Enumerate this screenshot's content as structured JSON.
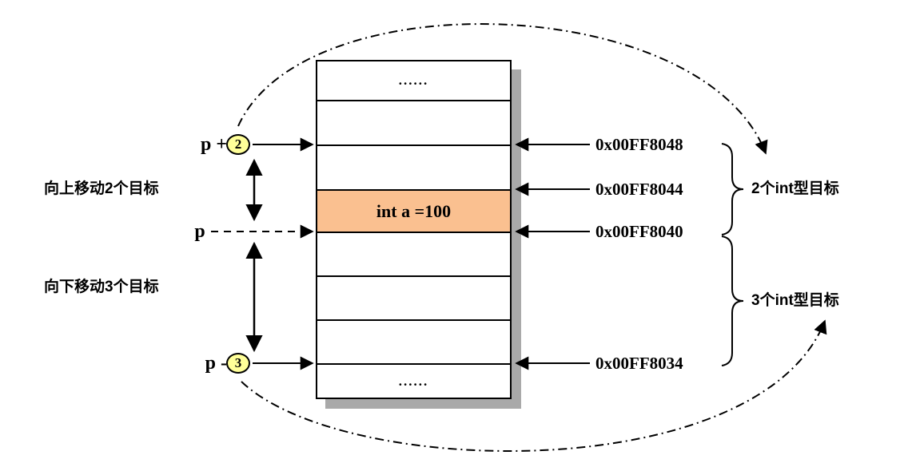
{
  "diagram": {
    "pointer_labels": {
      "p_plus": "p +",
      "p_plus_offset": "2",
      "p": "p",
      "p_minus": "p -",
      "p_minus_offset": "3"
    },
    "move_up_label": "向上移动2个目标",
    "move_down_label": "向下移动3个目标",
    "memory": {
      "rows": [
        {
          "text": "......",
          "highlight": false
        },
        {
          "text": "",
          "highlight": false
        },
        {
          "text": "",
          "highlight": false
        },
        {
          "text": "int a =100",
          "highlight": true
        },
        {
          "text": "",
          "highlight": false
        },
        {
          "text": "",
          "highlight": false
        },
        {
          "text": "",
          "highlight": false
        },
        {
          "text": "......",
          "highlight": false
        }
      ]
    },
    "addresses": [
      "0x00FF8048",
      "0x00FF8044",
      "0x00FF8040",
      "0x00FF8034"
    ],
    "brace_labels": {
      "top": "2个int型目标",
      "bottom": "3个int型目标"
    },
    "colors": {
      "highlight_cell": "#FAC090",
      "number_badge": "#FFFF99",
      "table_shadow": "#A9A9A9",
      "line": "#000000",
      "background": "#FFFFFF"
    }
  }
}
